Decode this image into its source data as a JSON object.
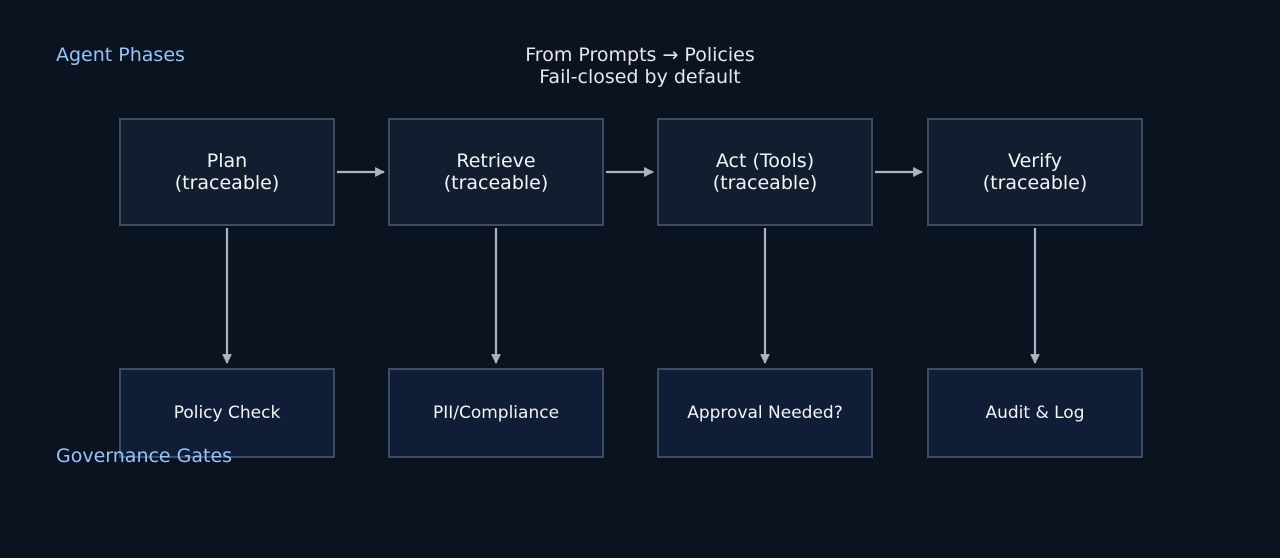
{
  "diagram": {
    "title_line1": "From Prompts → Policies",
    "title_line2": "Fail-closed by default",
    "lanes": {
      "phases": "Agent Phases",
      "gates": "Governance Gates"
    },
    "phases": [
      {
        "name": "Plan",
        "note": "(traceable)"
      },
      {
        "name": "Retrieve",
        "note": "(traceable)"
      },
      {
        "name": "Act (Tools)",
        "note": "(traceable)"
      },
      {
        "name": "Verify",
        "note": "(traceable)"
      }
    ],
    "gates": [
      {
        "label": "Policy Check"
      },
      {
        "label": "PII/Compliance"
      },
      {
        "label": "Approval Needed?"
      },
      {
        "label": "Audit & Log"
      }
    ],
    "colors": {
      "background": "#0b1220",
      "box_border": "#3b4c63",
      "arrow": "#a9b4c5",
      "lane_label": "#93c5fd"
    }
  }
}
